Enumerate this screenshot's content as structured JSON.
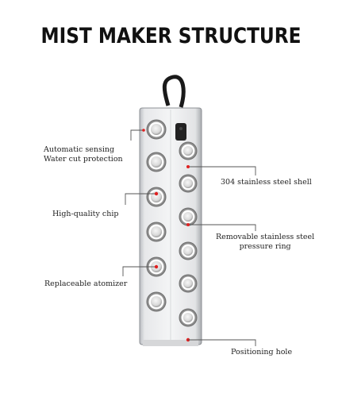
{
  "title": "MIST MAKER STRUCTURE",
  "labels": {
    "sensing_line1": "Automatic sensing",
    "sensing_line2": "Water cut protection",
    "chip": "High-quality chip",
    "atomizer": "Replaceable atomizer",
    "shell": "304 stainless steel shell",
    "ring_line1": "Removable stainless steel",
    "ring_line2": "pressure ring",
    "hole": "Positioning hole"
  },
  "colors": {
    "leader_line": "#555555",
    "marker_dot": "#e02020",
    "switch": "#222222"
  }
}
